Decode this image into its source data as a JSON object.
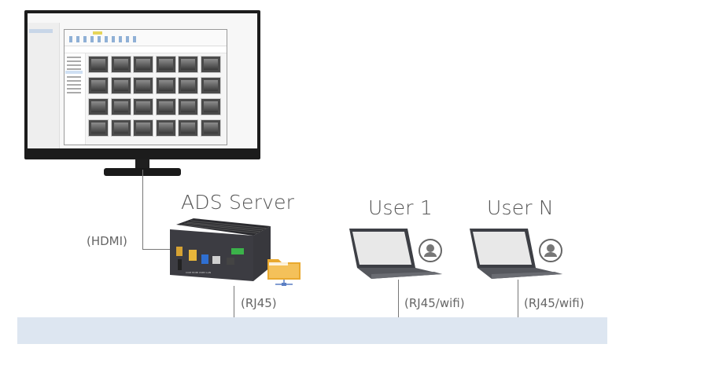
{
  "server": {
    "title": "ADS Server",
    "hdmi_label": "(HDMI)",
    "rj45_label": "(RJ45)"
  },
  "users": [
    {
      "title": "User 1",
      "conn_label": "(RJ45/wifi)"
    },
    {
      "title": "User N",
      "conn_label": "(RJ45/wifi)"
    }
  ],
  "colors": {
    "network": "#dde6f1",
    "wire": "#777777",
    "folder": "#f4c15a"
  },
  "icons": {
    "user": "user-circle-icon",
    "folder": "network-folder-icon"
  }
}
